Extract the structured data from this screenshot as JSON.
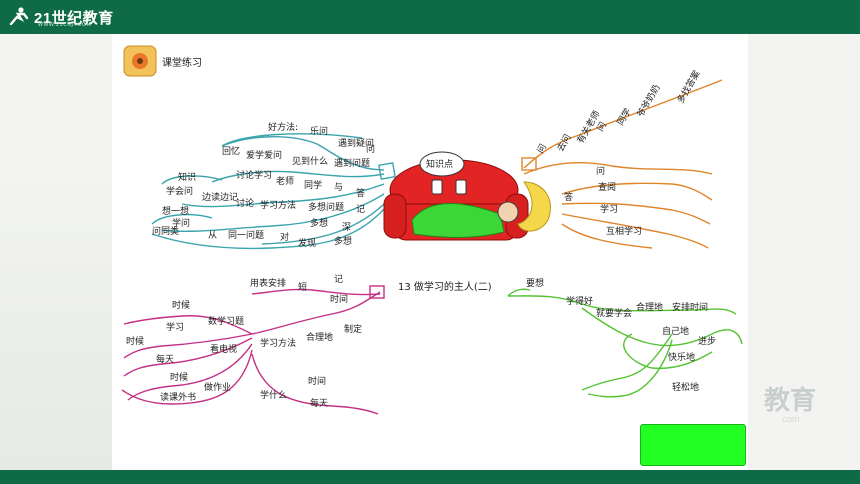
{
  "brand": {
    "name": "21世纪教育",
    "sub": "WWW.21CNJY.COM"
  },
  "slide_title": "课堂练习",
  "center": {
    "title": "13  做学习的主人(二)",
    "bubble": "知识点"
  },
  "top_left_branch": {
    "top": "好方法:",
    "l1": [
      "乐问",
      "遇到疑问",
      "问"
    ],
    "l2": [
      "回忆",
      "爱学爱问",
      "见到什么",
      "遇到问题"
    ],
    "l3": [
      "讨论学习",
      "老师",
      "同学",
      "与",
      "答"
    ],
    "l4": [
      "知识",
      "学会问",
      "边读边记",
      "讨论",
      "学习方法",
      "多想问题",
      "记"
    ],
    "l5": [
      "想一想",
      "学问",
      "多想",
      "深"
    ],
    "l6": [
      "问同类",
      "从",
      "同一问题",
      "对",
      "发现",
      "多想"
    ]
  },
  "top_right_branch": {
    "top": [
      "问",
      "去问",
      "有关老师",
      "问",
      "同学",
      "爷爷奶奶",
      "多找答案"
    ],
    "items": [
      "答",
      "问",
      "查阅",
      "学习",
      "互相学习"
    ]
  },
  "bottom_left_branch": {
    "top": [
      "用表安排",
      "短",
      "记",
      "时间"
    ],
    "items": [
      "时候",
      "学习",
      "数学习题",
      "时候",
      "每天",
      "看电视",
      "时候",
      "做作业",
      "读课外书",
      "学习方法",
      "合理地",
      "制定",
      "学什么",
      "时间",
      "每天"
    ]
  },
  "bottom_right_branch": {
    "top": "要想",
    "items": [
      "学得好",
      "就要学会",
      "合理地",
      "安排时间",
      "自己地",
      "进步",
      "快乐地",
      "轻松地"
    ]
  },
  "watermark": {
    "main": "教育",
    "sub": ".com"
  },
  "colors": {
    "top_left": "#3aa4ad",
    "top_right": "#e0852a",
    "bottom_left": "#c43085",
    "bottom_right": "#55c233",
    "sofa": "#e32424",
    "blanket": "#3cd636",
    "frame": "#0f6b45"
  }
}
